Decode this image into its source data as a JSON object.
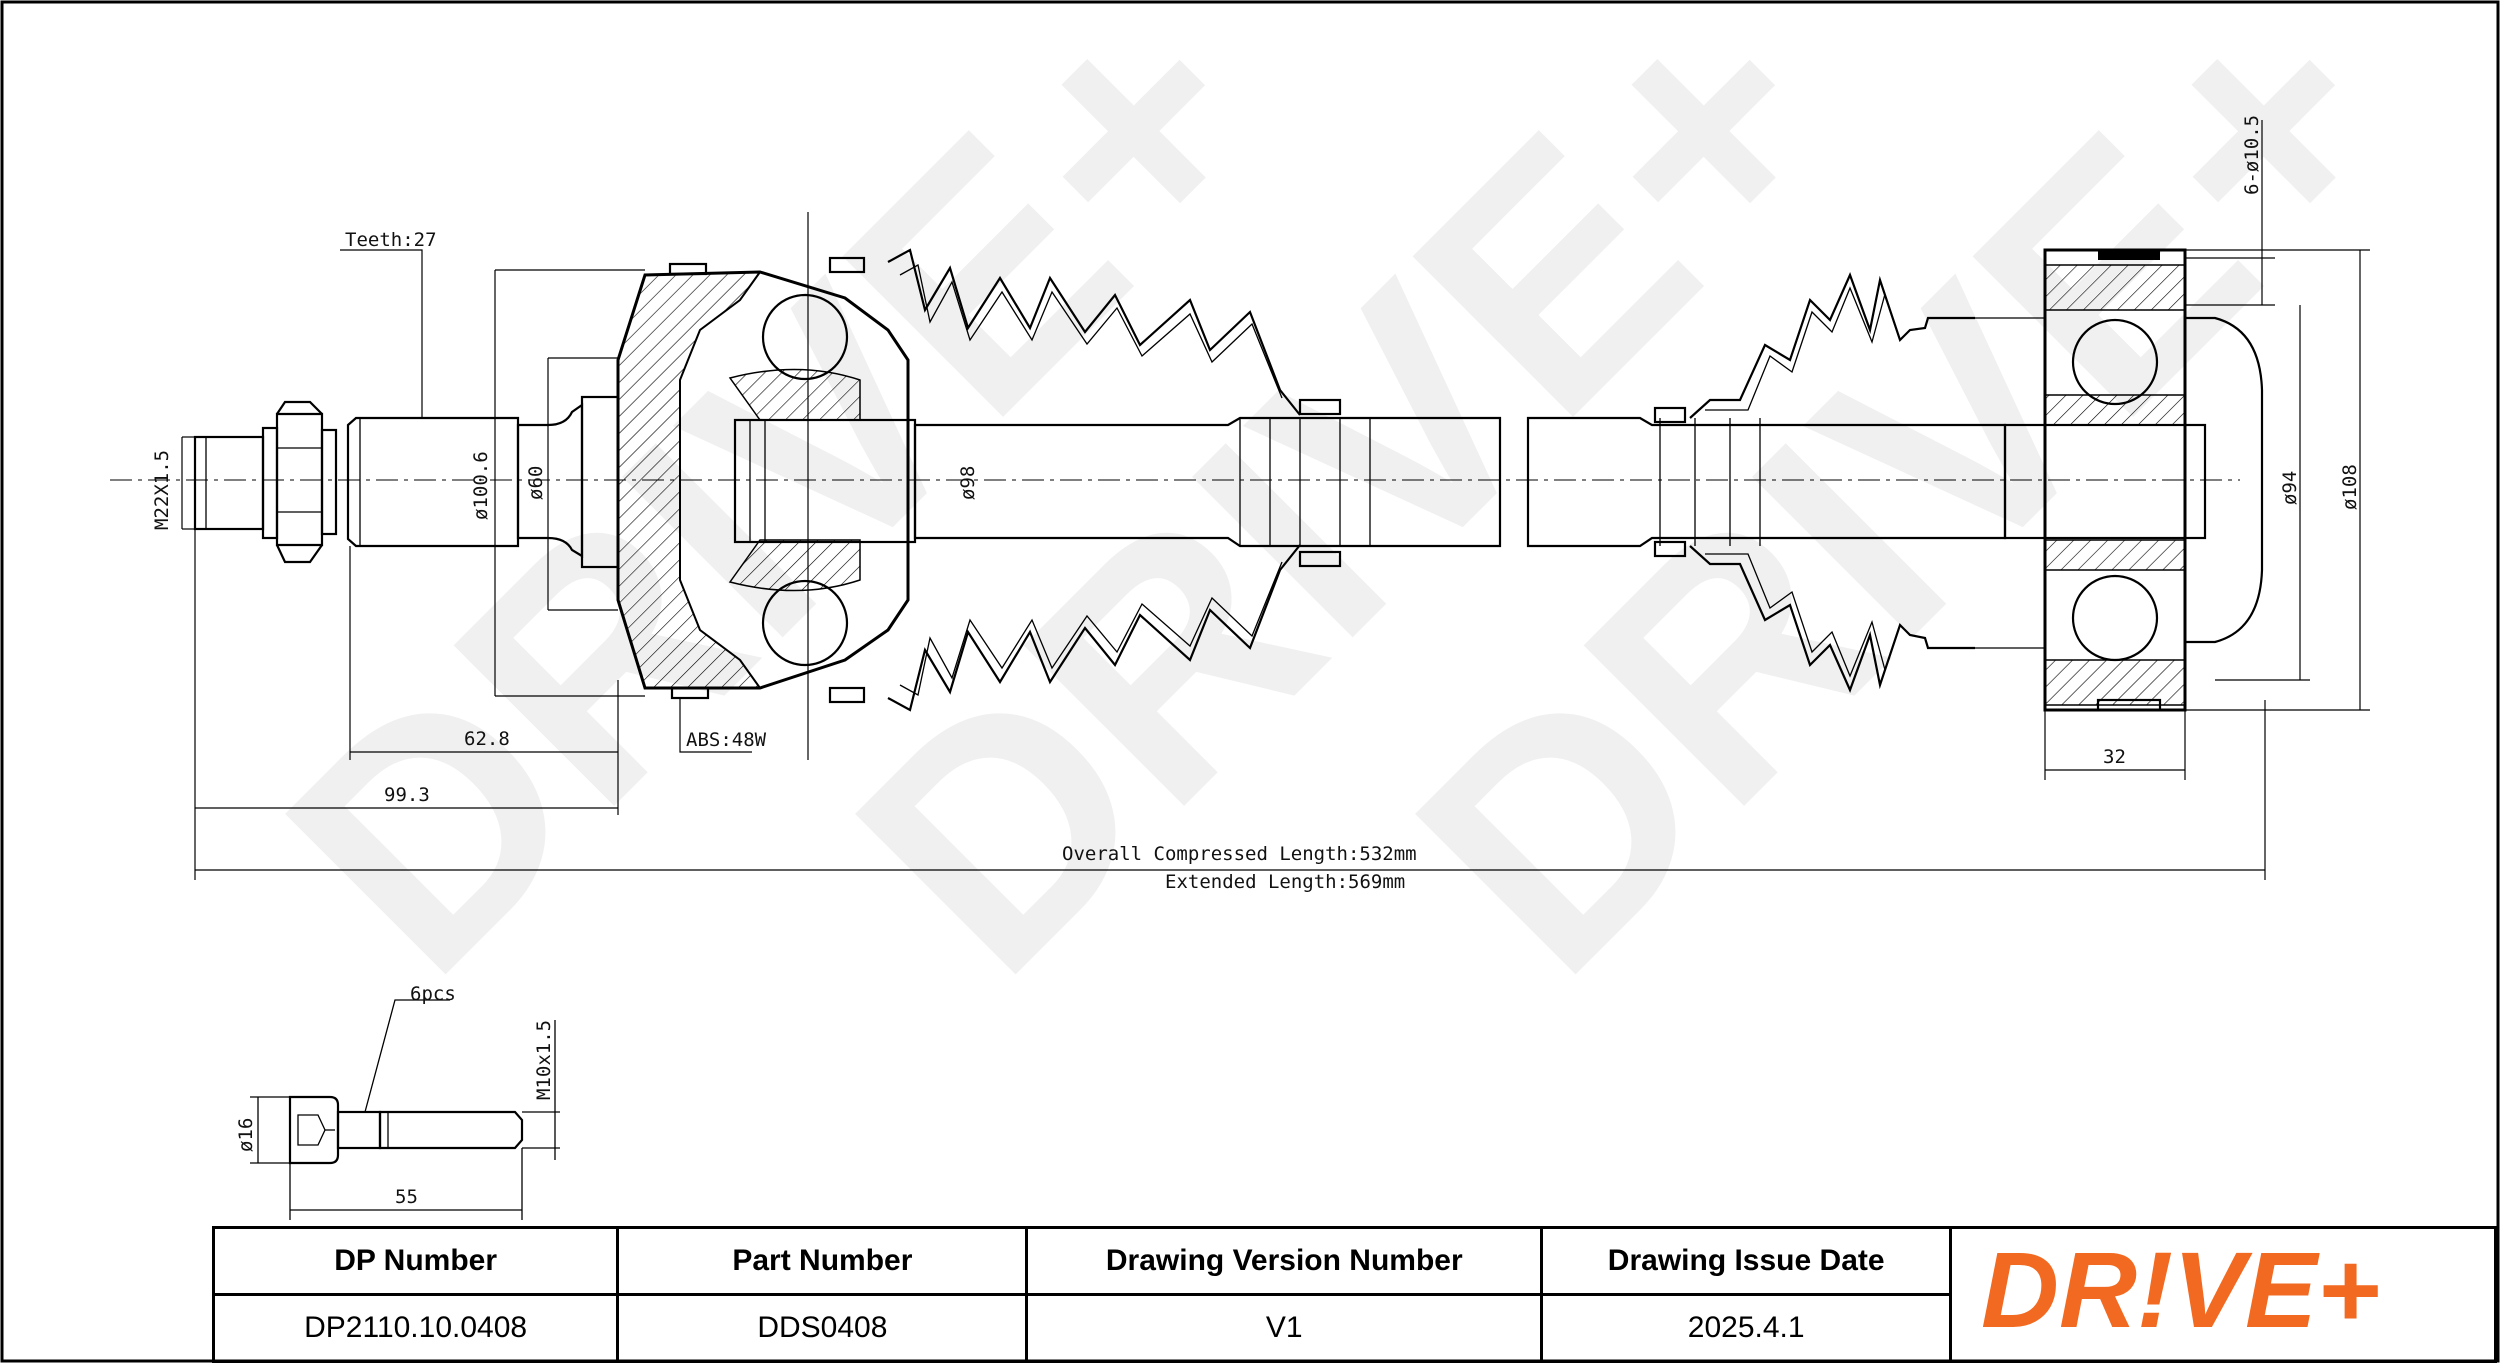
{
  "drawing": {
    "dimensions": {
      "teeth": "Teeth:27",
      "thread": "M22X1.5",
      "dia_100_6": "ø100.6",
      "dia_60": "ø60",
      "dia_98": "ø98",
      "len_62_8": "62.8",
      "len_99_3": "99.3",
      "abs": "ABS:48W",
      "overall": "Overall  Compressed  Length:532mm",
      "extended": "Extended  Length:569mm",
      "holes": "6-ø10.5",
      "dia_94": "ø94",
      "dia_108": "ø108",
      "len_32": "32"
    },
    "bolt": {
      "qty": "6pcs",
      "thread": "M10x1.5",
      "head_dia": "ø16",
      "length": "55"
    },
    "watermark": "DRIVE+"
  },
  "title_block": {
    "headers": [
      "DP Number",
      "Part Number",
      "Drawing Version Number",
      "Drawing Issue Date"
    ],
    "values": [
      "DP2110.10.0408",
      "DDS0408",
      "V1",
      "2025.4.1"
    ]
  },
  "brand": {
    "logo_text": "DR!VE+",
    "color": "#f26a21"
  }
}
